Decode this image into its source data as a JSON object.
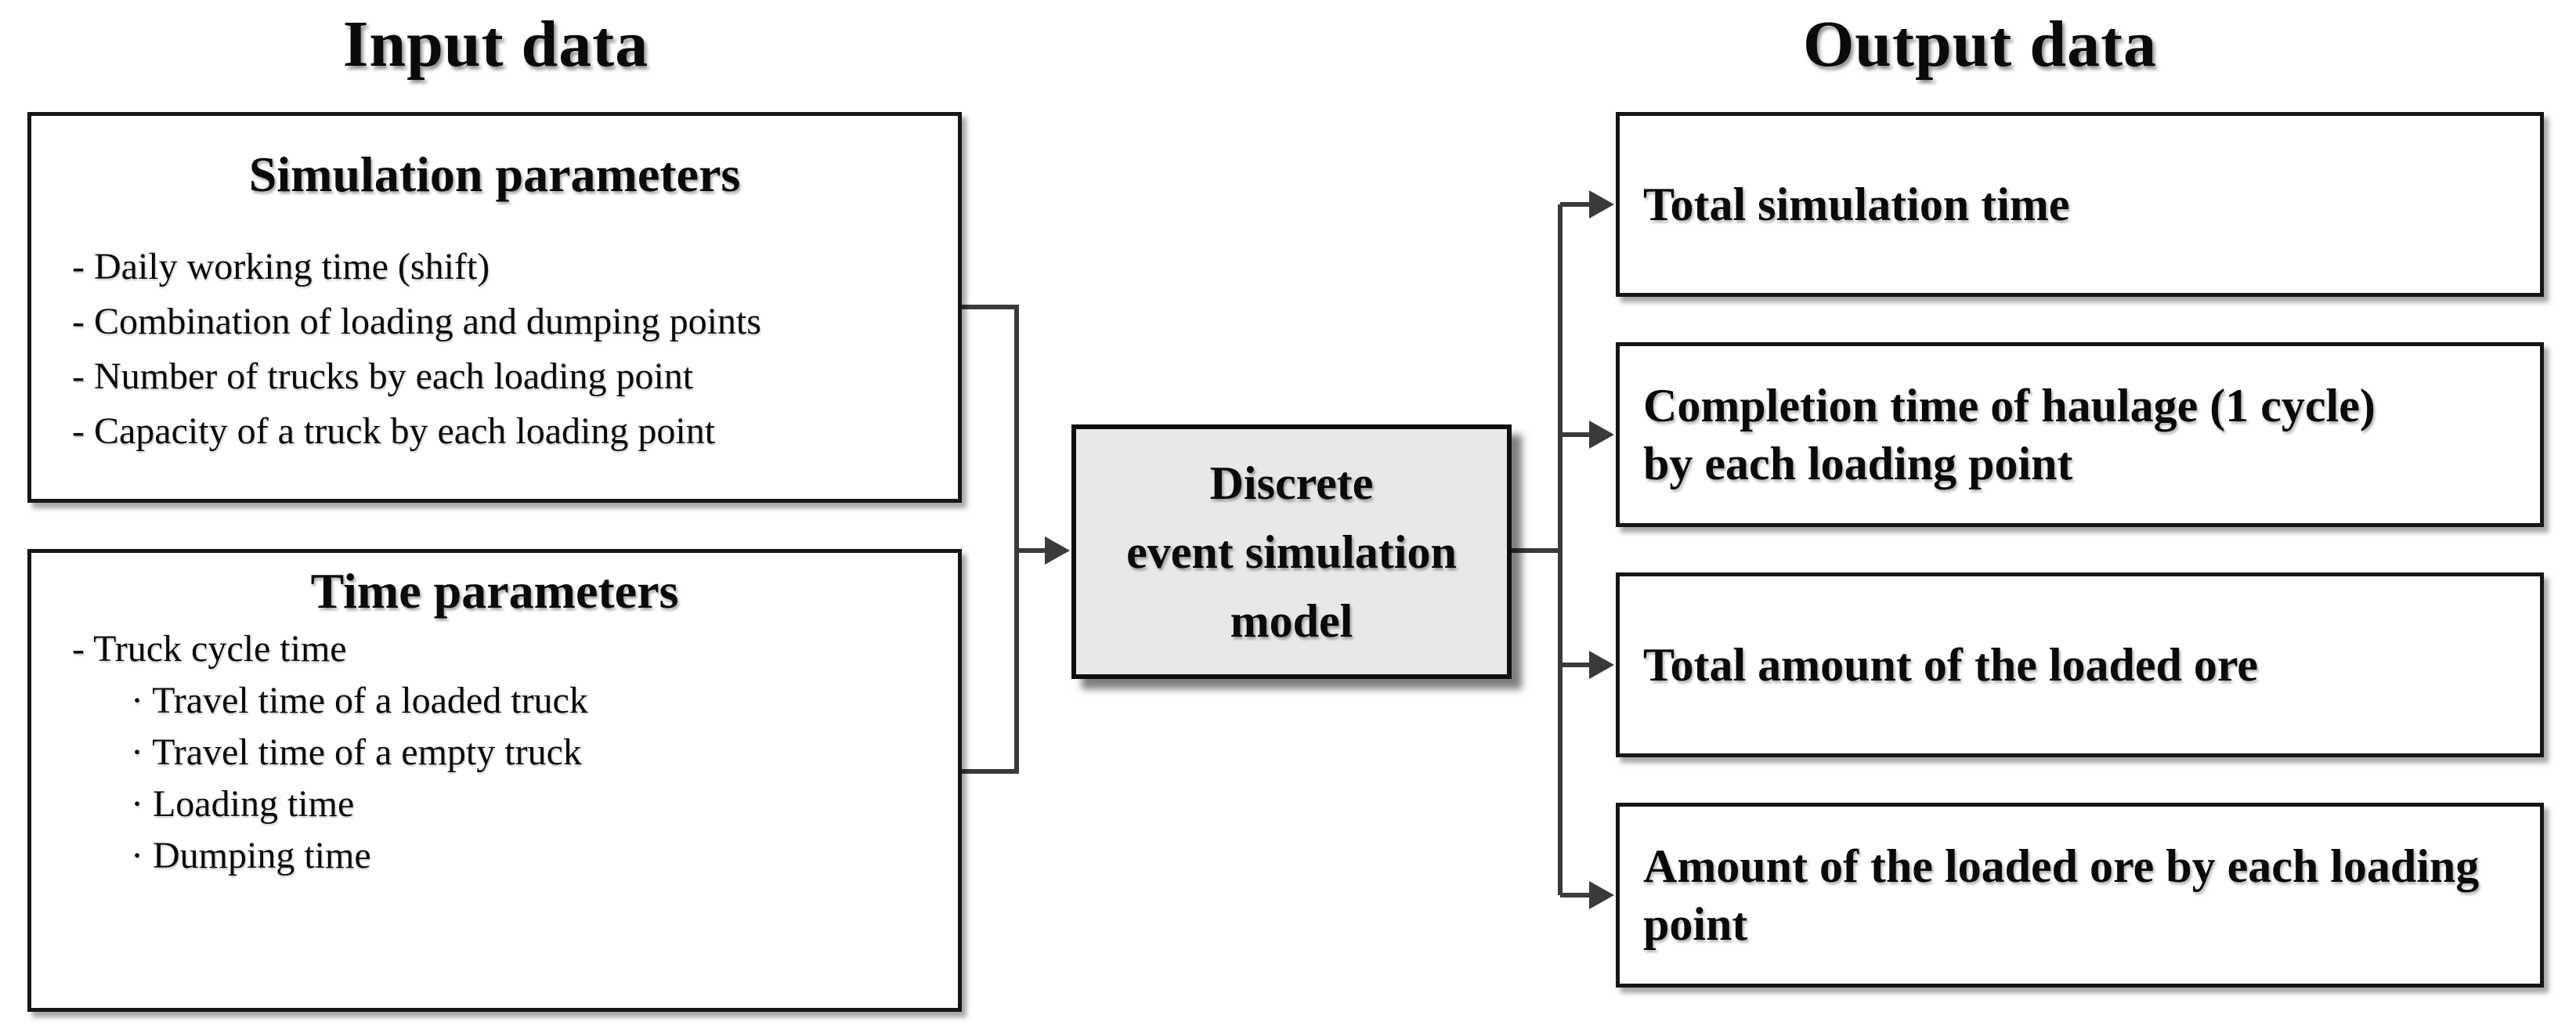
{
  "titles": {
    "input": "Input data",
    "output": "Output data"
  },
  "input": {
    "boxes": [
      {
        "title": "Simulation parameters",
        "items": [
          "- Daily working time (shift)",
          "- Combination of loading and dumping points",
          "- Number of trucks by each loading point",
          "- Capacity of a truck by each loading point"
        ]
      },
      {
        "title": "Time parameters",
        "items": [
          "- Truck cycle time",
          "· Travel time of a loaded truck",
          "· Travel time of a empty truck",
          "· Loading time",
          "· Dumping time"
        ]
      }
    ]
  },
  "model": {
    "label": "Discrete\nevent simulation\nmodel"
  },
  "output": {
    "boxes": [
      {
        "label": "Total simulation time"
      },
      {
        "label": "Completion time of haulage (1 cycle)\nby each loading point"
      },
      {
        "label": "Total amount of the loaded ore"
      },
      {
        "label": "Amount of the loaded ore by each loading\npoint"
      }
    ]
  },
  "colors": {
    "background": "#ffffff",
    "box_border": "#161616",
    "connector_line": "#3a3a3a",
    "model_box_fill": "#e8e8e7",
    "text": "#0a0a0a"
  }
}
